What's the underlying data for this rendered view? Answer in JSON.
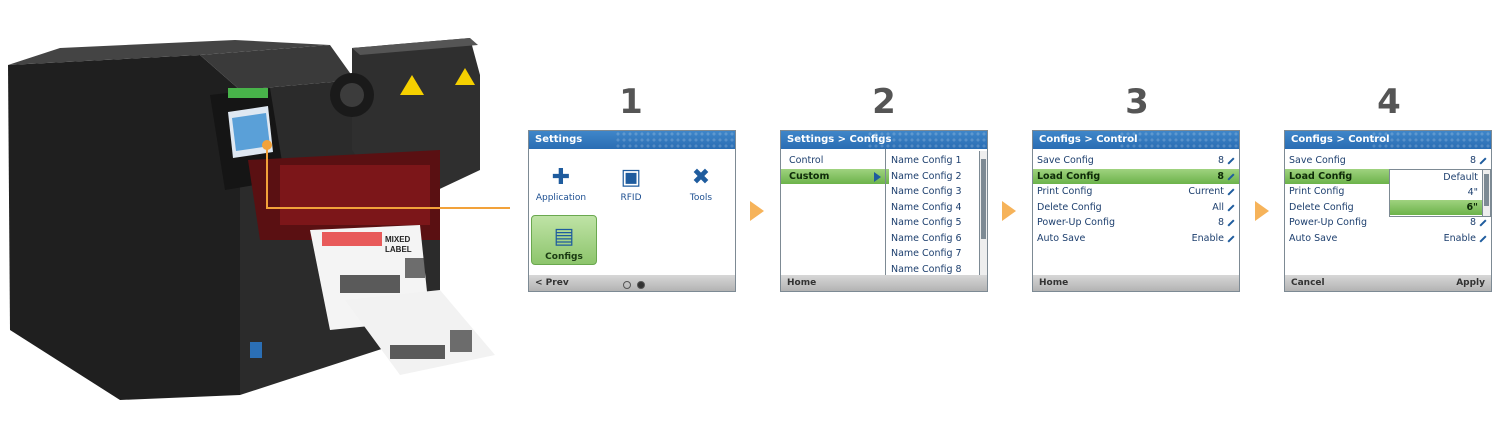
{
  "steps": [
    "1",
    "2",
    "3",
    "4"
  ],
  "screen1": {
    "title": "Settings",
    "tiles": [
      {
        "label": "Application",
        "icon": "puzzle-icon"
      },
      {
        "label": "RFID",
        "icon": "rfid-icon"
      },
      {
        "label": "Tools",
        "icon": "tools-icon"
      },
      {
        "label": "Configs",
        "icon": "folder-icon"
      }
    ],
    "footer_left": "< Prev"
  },
  "screen2": {
    "title": "Settings > Configs",
    "left_items": [
      "Control",
      "Custom"
    ],
    "right_items": [
      "Name Config 1",
      "Name Config 2",
      "Name Config 3",
      "Name Config 4",
      "Name Config 5",
      "Name Config 6",
      "Name Config 7",
      "Name Config 8"
    ],
    "footer_left": "Home"
  },
  "screen3": {
    "title": "Configs > Control",
    "rows": [
      {
        "label": "Save Config",
        "value": "8"
      },
      {
        "label": "Load Config",
        "value": "8"
      },
      {
        "label": "Print Config",
        "value": "Current"
      },
      {
        "label": "Delete Config",
        "value": "All"
      },
      {
        "label": "Power-Up Config",
        "value": "8"
      },
      {
        "label": "Auto Save",
        "value": "Enable"
      }
    ],
    "footer_left": "Home"
  },
  "screen4": {
    "title": "Configs > Control",
    "rows": [
      {
        "label": "Save Config",
        "value": "8"
      },
      {
        "label": "Load Config",
        "value": ""
      },
      {
        "label": "Print Config",
        "value": ""
      },
      {
        "label": "Delete Config",
        "value": ""
      },
      {
        "label": "Power-Up Config",
        "value": "8"
      },
      {
        "label": "Auto Save",
        "value": "Enable"
      }
    ],
    "dropdown": [
      "Default",
      "4\"",
      "6\""
    ],
    "footer_left": "Cancel",
    "footer_right": "Apply"
  },
  "printer": {
    "label_text_1": "MIXED",
    "label_text_2": "LABEL",
    "colors": {
      "body": "#2b2b2b",
      "accent": "#f2a23a",
      "warning": "#f5d000",
      "glow": "#c0181b"
    }
  }
}
